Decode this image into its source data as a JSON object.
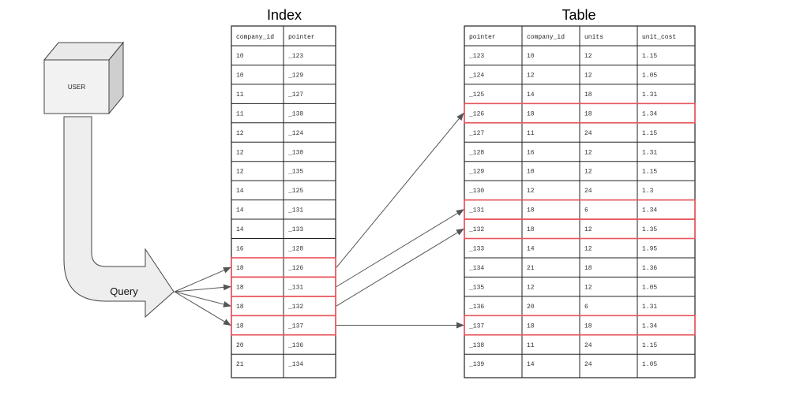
{
  "index_title": "Index",
  "table_title": "Table",
  "user_label": "USER",
  "query_label": "Query",
  "highlight_color": "#e8545b",
  "index": {
    "columns": [
      "company_id",
      "pointer"
    ],
    "rows": [
      [
        "10",
        "_123"
      ],
      [
        "10",
        "_129"
      ],
      [
        "11",
        "_127"
      ],
      [
        "11",
        "_138"
      ],
      [
        "12",
        "_124"
      ],
      [
        "12",
        "_130"
      ],
      [
        "12",
        "_135"
      ],
      [
        "14",
        "_125"
      ],
      [
        "14",
        "_131"
      ],
      [
        "14",
        "_133"
      ],
      [
        "16",
        "_128"
      ],
      [
        "18",
        "_126"
      ],
      [
        "18",
        "_131"
      ],
      [
        "18",
        "_132"
      ],
      [
        "18",
        "_137"
      ],
      [
        "20",
        "_136"
      ],
      [
        "21",
        "_134"
      ]
    ],
    "highlighted": [
      11,
      12,
      13,
      14
    ]
  },
  "table": {
    "columns": [
      "pointer",
      "company_id",
      "units",
      "unit_cost"
    ],
    "rows": [
      [
        "_123",
        "10",
        "12",
        "1.15"
      ],
      [
        "_124",
        "12",
        "12",
        "1.05"
      ],
      [
        "_125",
        "14",
        "18",
        "1.31"
      ],
      [
        "_126",
        "18",
        "18",
        "1.34"
      ],
      [
        "_127",
        "11",
        "24",
        "1.15"
      ],
      [
        "_128",
        "16",
        "12",
        "1.31"
      ],
      [
        "_129",
        "10",
        "12",
        "1.15"
      ],
      [
        "_130",
        "12",
        "24",
        "1.3"
      ],
      [
        "_131",
        "18",
        "6",
        "1.34"
      ],
      [
        "_132",
        "18",
        "12",
        "1.35"
      ],
      [
        "_133",
        "14",
        "12",
        "1.95"
      ],
      [
        "_134",
        "21",
        "18",
        "1.36"
      ],
      [
        "_135",
        "12",
        "12",
        "1.05"
      ],
      [
        "_136",
        "20",
        "6",
        "1.31"
      ],
      [
        "_137",
        "18",
        "18",
        "1.34"
      ],
      [
        "_138",
        "11",
        "24",
        "1.15"
      ],
      [
        "_139",
        "14",
        "24",
        "1.05"
      ]
    ],
    "highlighted": [
      3,
      8,
      9,
      14
    ]
  },
  "pointer_links": [
    {
      "index_row": 11,
      "table_row": 3
    },
    {
      "index_row": 12,
      "table_row": 8
    },
    {
      "index_row": 13,
      "table_row": 9
    },
    {
      "index_row": 14,
      "table_row": 14
    }
  ],
  "query_targets": [
    11,
    12,
    13,
    14
  ]
}
